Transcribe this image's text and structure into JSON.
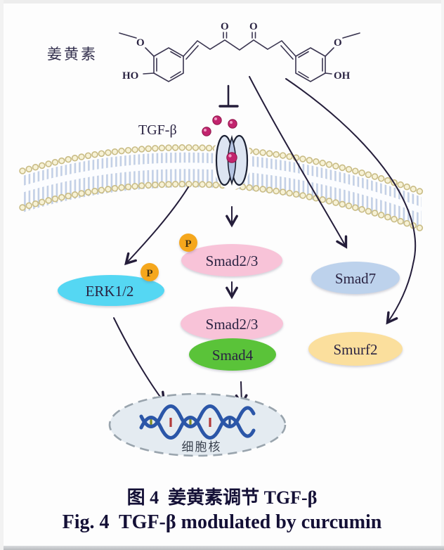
{
  "figure": {
    "molecule": {
      "label_cn": "姜黄素",
      "atoms": {
        "methoxy_left": "O",
        "hydroxyl_left": "HO",
        "carbonyl_left": "O",
        "carbonyl_right": "O",
        "methoxy_right": "O",
        "hydroxyl_right": "OH"
      }
    },
    "ligand_label": "TGF-β",
    "phospho_label": "P",
    "nodes": {
      "erk": "ERK1/2",
      "smad23_phosphorylated": "Smad2/3",
      "smad23": "Smad2/3",
      "smad4": "Smad4",
      "smad7": "Smad7",
      "smurf2": "Smurf2"
    },
    "nucleus_label": "细胞核",
    "caption_cn": "图 4  姜黄素调节 TGF-β",
    "caption_en": "Fig. 4  TGF-β modulated by curcumin",
    "colors": {
      "erk": "#55d7f3",
      "smad_pink": "#f8c3d8",
      "smad4_green": "#5ac339",
      "smad7_blue": "#bdd2ec",
      "smurf2_yellow": "#fbdf9d",
      "phospho_orange": "#f5a71d",
      "ligand_magenta": "#c2246e",
      "arrow_dark": "#241d3a",
      "membrane_head": "#f6f1d3",
      "dna_blue": "#2b56a8",
      "nucleus_fill": "#e4ebf1"
    }
  }
}
